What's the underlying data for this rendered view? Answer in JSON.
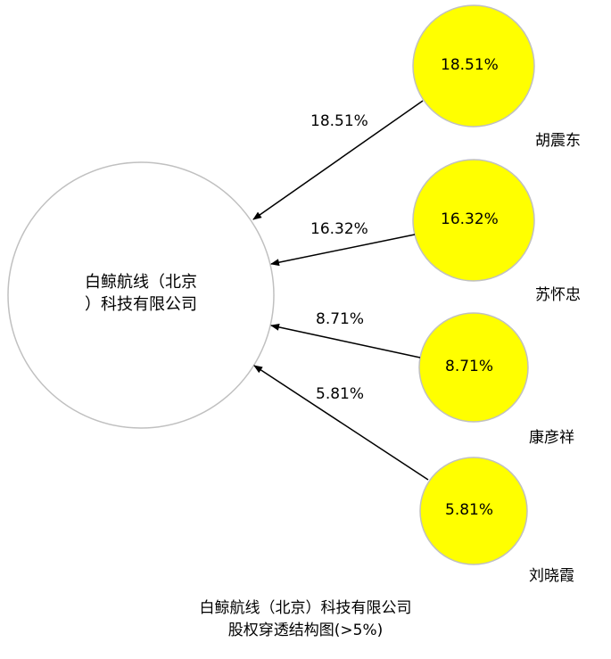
{
  "company": {
    "name_line1": "白鲸航线（北京",
    "name_line2": "）科技有限公司"
  },
  "shareholders": [
    {
      "name": "胡震东",
      "percent": "18.51%"
    },
    {
      "name": "苏怀忠",
      "percent": "16.32%"
    },
    {
      "name": "康彦祥",
      "percent": "8.71%"
    },
    {
      "name": "刘晓霞",
      "percent": "5.81%"
    }
  ],
  "title": {
    "line1": "白鲸航线（北京）科技有限公司",
    "line2": "股权穿透结构图(>5%)"
  },
  "colors": {
    "shareholder_fill": "#ffff00",
    "node_stroke": "#c0c0c0",
    "edge": "#000000"
  }
}
